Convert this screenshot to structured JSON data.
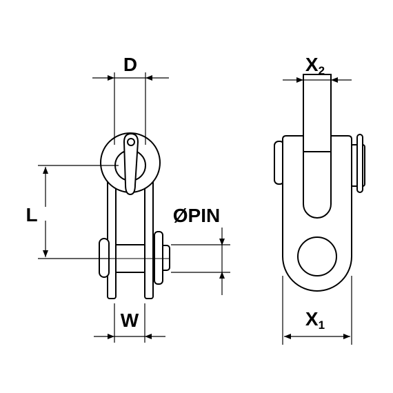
{
  "diagram": {
    "labels": {
      "d": "D",
      "l": "L",
      "w": "W",
      "pin": "ØPIN",
      "x2_main": "X",
      "x2_sub": "2",
      "x1_main": "X",
      "x1_sub": "1"
    }
  },
  "colors": {
    "stroke": "#000000",
    "fill": "#ffffff",
    "background": "#ffffff"
  }
}
